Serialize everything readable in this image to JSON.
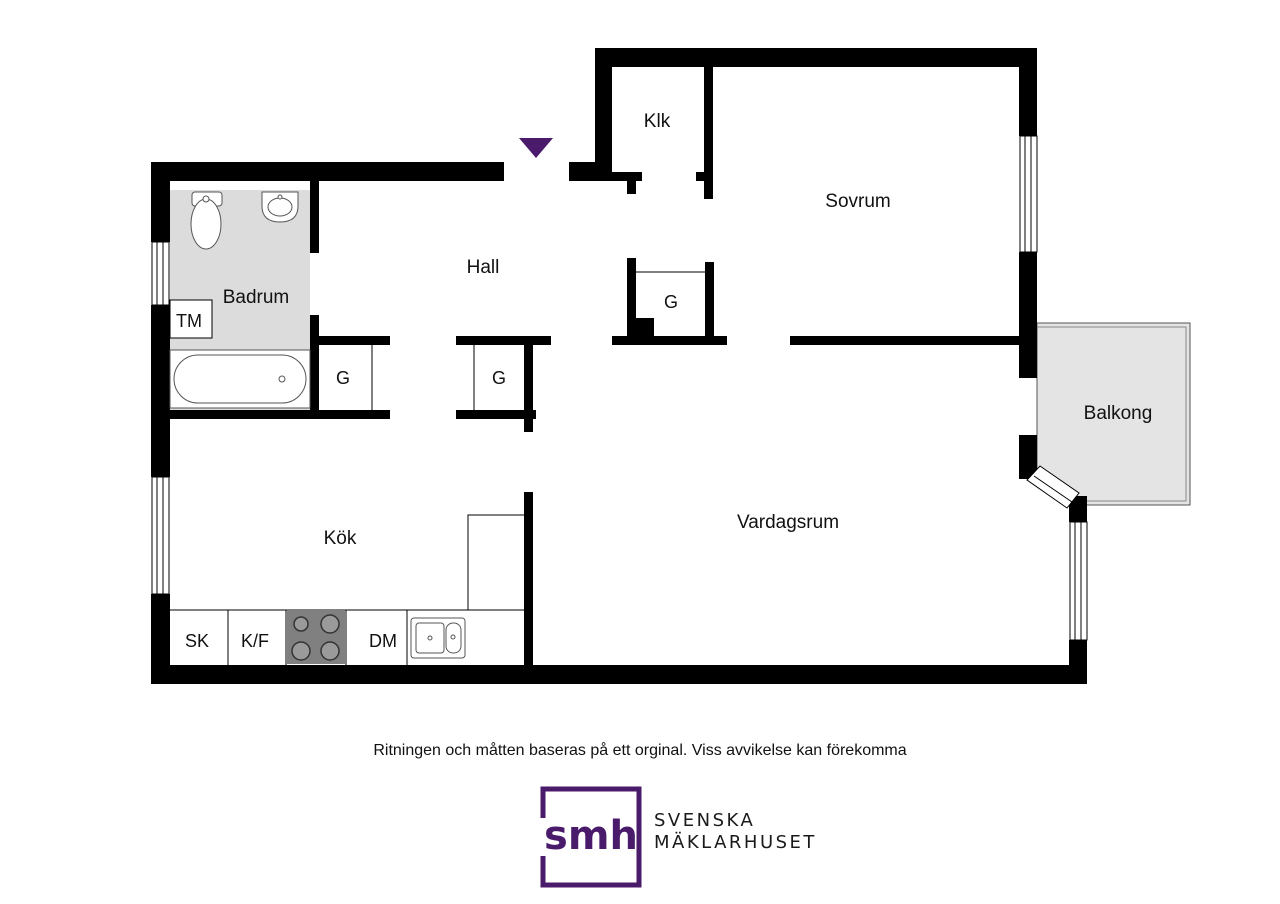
{
  "rooms": {
    "klk": "Klk",
    "sovrum": "Sovrum",
    "hall": "Hall",
    "badrum": "Badrum",
    "balkong": "Balkong",
    "kok": "Kök",
    "vardagsrum": "Vardagsrum"
  },
  "fixtures": {
    "tm": "TM",
    "g_hall_right": "G",
    "g_hall_left": "G",
    "g_hall_mid": "G",
    "sk": "SK",
    "kf": "K/F",
    "dm": "DM"
  },
  "colors": {
    "wall": "#000000",
    "wet_room": "#dcdcdc",
    "balcony": "#e4e4e4",
    "entrance_arrow": "#4a1a6b",
    "brand": "#4a1a6b"
  },
  "disclaimer": "Ritningen och måtten baseras på ett orginal. Viss avvikelse kan förekomma",
  "logo": {
    "mark": "smh",
    "line1": "SVENSKA",
    "line2": "MÄKLARHUSET"
  }
}
